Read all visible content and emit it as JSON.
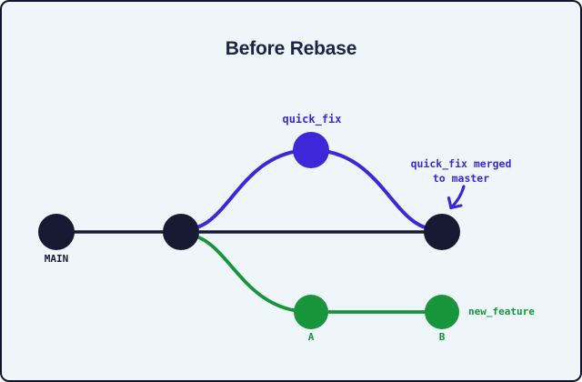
{
  "title": "Before Rebase",
  "labels": {
    "main_branch": "MAIN",
    "quick_fix_branch": "quick_fix",
    "new_feature_branch": "new_feature",
    "commit_a": "A",
    "commit_b": "B"
  },
  "annotation": {
    "line1": "quick_fix merged",
    "line2": "to master"
  },
  "colors": {
    "bg": "#eef6fa",
    "border": "#10142c",
    "navy": "#161a33",
    "purple": "#3d28d9",
    "green": "#18953a",
    "title": "#1b2444"
  }
}
